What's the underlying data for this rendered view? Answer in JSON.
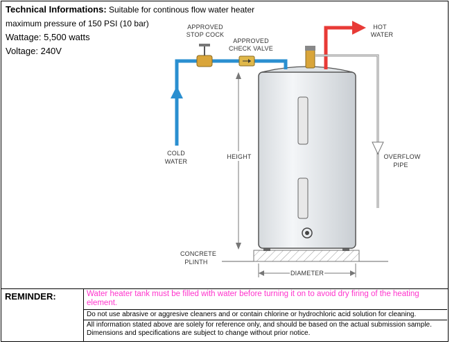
{
  "tech": {
    "title": "Technical Informations:",
    "line1_rest": " Suitable for continous flow water heater",
    "line2": "maximum pressure of 150 PSI (10 bar)",
    "wattage": "Wattage: 5,500 watts",
    "voltage": "Voltage: 240V"
  },
  "diagram": {
    "labels": {
      "stop_cock_1": "APPROVED",
      "stop_cock_2": "STOP COCK",
      "check_valve_1": "APPROVED",
      "check_valve_2": "CHECK VALVE",
      "hot_1": "HOT",
      "hot_2": "WATER",
      "cold_1": "COLD",
      "cold_2": "WATER",
      "height": "HEIGHT",
      "overflow_1": "OVERFLOW",
      "overflow_2": "PIPE",
      "plinth_1": "CONCRETE",
      "plinth_2": "PLINTH",
      "diameter": "DIAMETER"
    },
    "colors": {
      "hot_pipe": "#e83a36",
      "cold_pipe": "#2a8fd0",
      "valve": "#d9a53a"
    }
  },
  "reminder": {
    "label": "REMINDER:",
    "warning": "Water heater tank must be filled with water before turning it on to avoid dry firing of the heating element.",
    "cleaning": "Do not use abrasive or aggresive cleaners and or contain chlorine or hydrochloric acid solution for cleaning.",
    "disclaimer": "All information stated above are solely for reference only, and should be based on the actual submission sample. Dimensions and specifications are subject to change without prior notice."
  }
}
